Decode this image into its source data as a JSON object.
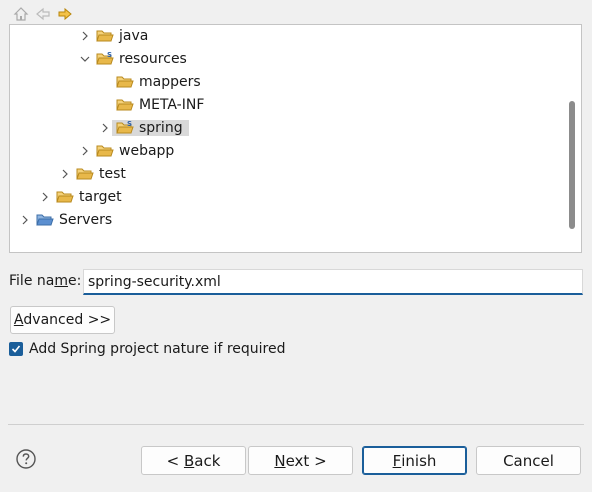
{
  "tree": {
    "items": [
      {
        "label": "java",
        "depth": 3,
        "expanded": false,
        "source_badge": false
      },
      {
        "label": "resources",
        "depth": 3,
        "expanded": true,
        "source_badge": true
      },
      {
        "label": "mappers",
        "depth": 4,
        "expanded": null,
        "source_badge": false
      },
      {
        "label": "META-INF",
        "depth": 4,
        "expanded": null,
        "source_badge": false
      },
      {
        "label": "spring",
        "depth": 4,
        "expanded": false,
        "source_badge": true,
        "selected": true
      },
      {
        "label": "webapp",
        "depth": 3,
        "expanded": false,
        "source_badge": false
      },
      {
        "label": "test",
        "depth": 2,
        "expanded": false,
        "source_badge": false
      },
      {
        "label": "target",
        "depth": 1,
        "expanded": false,
        "source_badge": false
      },
      {
        "label": "Servers",
        "depth": 0,
        "expanded": false,
        "source_badge": false,
        "project": true
      }
    ]
  },
  "file_name": {
    "label_pre": "File na",
    "label_mnemonic": "m",
    "label_post": "e:",
    "value": "spring-security.xml"
  },
  "advanced": {
    "mnemonic": "A",
    "rest": "dvanced >>"
  },
  "checkbox": {
    "label": "Add Spring project nature if required",
    "checked": true
  },
  "buttons": {
    "back": {
      "pre": "< ",
      "mnemonic": "B",
      "rest": "ack"
    },
    "next": {
      "mnemonic": "N",
      "rest": "ext >"
    },
    "finish": {
      "mnemonic": "F",
      "rest": "inish"
    },
    "cancel": {
      "label": "Cancel"
    }
  },
  "icons": {
    "home": "home-icon",
    "back": "back-arrow-icon",
    "forward": "forward-arrow-icon",
    "help": "help-icon",
    "folder": "folder-icon"
  },
  "colors": {
    "accent": "#1a5e9a",
    "folder": "#e8b84a",
    "selection": "#d9d9d9"
  }
}
